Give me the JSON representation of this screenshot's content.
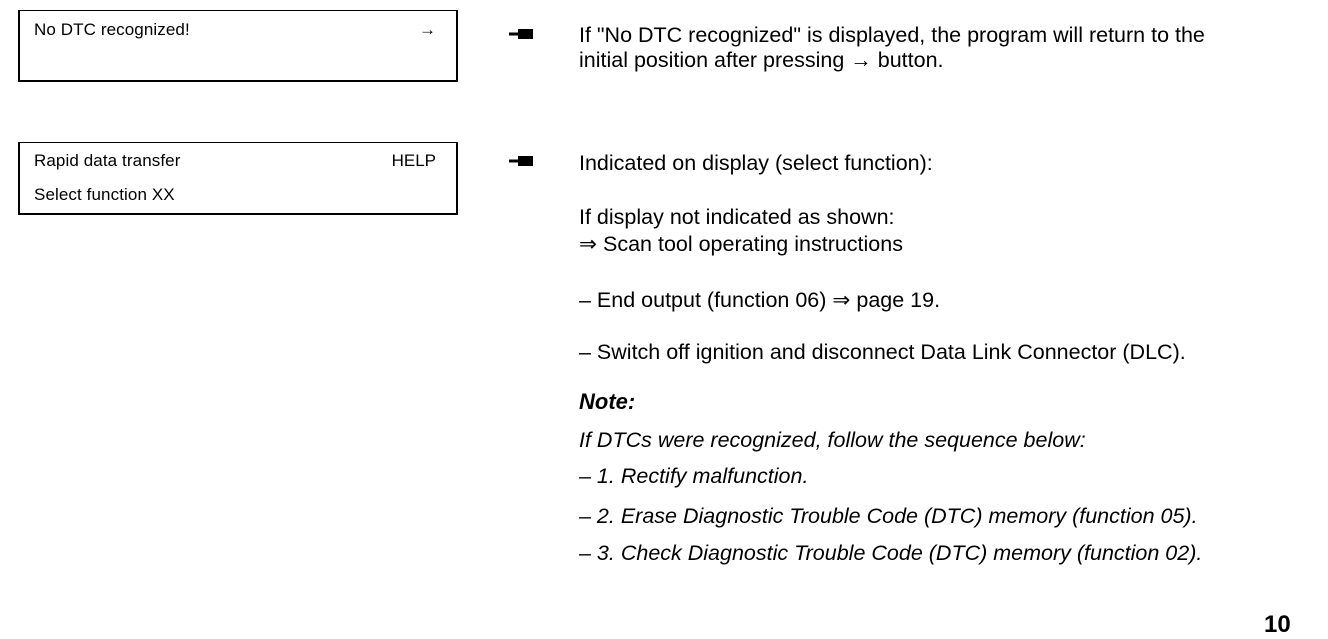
{
  "displays": [
    {
      "line1": "No DTC recognized!",
      "line1_right": "→",
      "line2": "",
      "line2_right": ""
    },
    {
      "line1": "Rapid data transfer",
      "line1_right": "HELP",
      "line2": "Select function XX",
      "line2_right": ""
    }
  ],
  "section1": {
    "line1": "If \"No DTC recognized\" is displayed, the program will return to the",
    "line2": "initial position after pressing → button."
  },
  "section2": {
    "indicated": "Indicated on display (select function):",
    "not_shown": "If display not indicated as shown:",
    "scan_tool": "⇒ Scan tool operating instructions",
    "step_end_output": "– End output (function 06) ⇒ page 19.",
    "step_switch_off": "– Switch off ignition and disconnect Data Link Connector (DLC)."
  },
  "note": {
    "heading": "Note:",
    "intro": "If DTCs were recognized, follow the sequence below:",
    "steps": [
      "– 1. Rectify malfunction.",
      "– 2. Erase Diagnostic Trouble Code (DTC) memory (function 05).",
      "– 3. Check Diagnostic Trouble Code (DTC) memory (function 02)."
    ]
  },
  "page_number": "10"
}
